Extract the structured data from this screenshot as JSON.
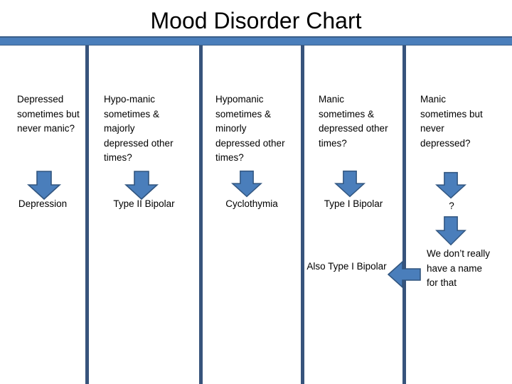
{
  "slide": {
    "title": "Mood Disorder Chart",
    "background_color": "#FFFFFF",
    "accent_color": "#4A7EBB",
    "line_color": "#37547C",
    "arrow_fill": "#4A7EBB",
    "arrow_stroke": "#31557F"
  },
  "columns": [
    {
      "id": "column-1",
      "question": "Depressed sometimes but never manic?",
      "arrow": "down-arrow-icon",
      "answer": "Depression"
    },
    {
      "id": "column-2",
      "question": "Hypo-manic sometimes & majorly depressed other times?",
      "arrow": "down-arrow-icon",
      "answer": "Type II Bipolar"
    },
    {
      "id": "column-3",
      "question": "Hypomanic sometimes & minorly depressed other times?",
      "arrow": "down-arrow-icon",
      "answer": "Cyclothymia"
    },
    {
      "id": "column-4",
      "question": "Manic sometimes & depressed other times?",
      "arrow": "down-arrow-icon",
      "answer": "Type I Bipolar"
    },
    {
      "id": "column-5",
      "question": "Manic sometimes but never depressed?",
      "arrow": "down-arrow-icon",
      "answer": "?"
    }
  ],
  "secondary": {
    "column_5_second_arrow": "down-arrow-icon",
    "column_5_note": "We don’t really have a name for that",
    "left_arrow": "left-arrow-icon",
    "column_4_secondary_answer": "Also Type I Bipolar"
  }
}
